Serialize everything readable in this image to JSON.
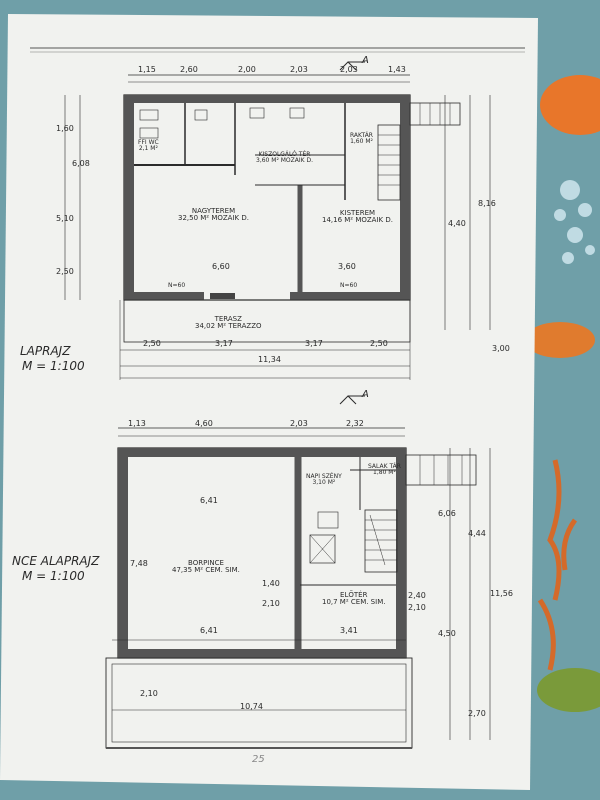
{
  "colors": {
    "paper": "#f1f2ef",
    "ink": "#2b2b2b",
    "background": "#6f9fa8",
    "fish": "#e8762a",
    "coral": "#d46a2a"
  },
  "section_marker": "A",
  "page_number": "25",
  "ground_floor": {
    "label": "LAPRAJZ",
    "scale": "M = 1:100",
    "top_dims": [
      "1,15",
      "2,60",
      "2,00",
      "2,03",
      "2,03",
      "1,43"
    ],
    "bottom_dims": [
      "2,50",
      "3,17",
      "3,17",
      "2,50"
    ],
    "total_width": "11,34",
    "side_dims": [
      "1,60",
      "6,08",
      "5,10",
      "2,50",
      "4,40",
      "8,16",
      "3,00"
    ],
    "rooms": {
      "nagyterem": {
        "name": "NAGYTEREM",
        "area": "32,50 M² MOZAIK D."
      },
      "kisterem": {
        "name": "KISTEREM",
        "area": "14,16 M² MOZAIK D."
      },
      "kiszolgalo": {
        "name": "KISZOLGÁLÓ TÉR",
        "area": "3,60 M² MOZAIK D."
      },
      "terasz": {
        "name": "TERASZ",
        "area": "34,02 M² TERAZZO"
      },
      "ffi_wc": {
        "name": "FFI WC",
        "area": "2,1 M²"
      },
      "raktar": {
        "name": "RAKTÁR",
        "area": "1,60 M²"
      }
    },
    "wall_dims": [
      "6,60",
      "3,60",
      "N=60",
      "N=60"
    ]
  },
  "basement": {
    "label": "NCE ALAPRAJZ",
    "scale": "M = 1:100",
    "top_dims": [
      "1,13",
      "4,60",
      "2,03",
      "2,32"
    ],
    "inner_dims": [
      "6,41",
      "6,41",
      "3,41"
    ],
    "total_width": "10,74",
    "side_dims": [
      "7,48",
      "6,06",
      "4,44",
      "11,56",
      "4,50",
      "2,10",
      "2,70"
    ],
    "rooms": {
      "borpince": {
        "name": "BORPINCE",
        "area": "47,35 M² CEM. SIM."
      },
      "eloter": {
        "name": "ELŐTÉR",
        "area": "10,7 M² CEM. SIM."
      },
      "napiszeny": {
        "name": "NAPI SZÉNY",
        "area": "3,10 M²"
      },
      "salak": {
        "name": "SALAK TÁR",
        "area": "1,80 M²"
      }
    },
    "door_dims": [
      "1,40",
      "2,10",
      "2,40",
      "2,10"
    ]
  }
}
